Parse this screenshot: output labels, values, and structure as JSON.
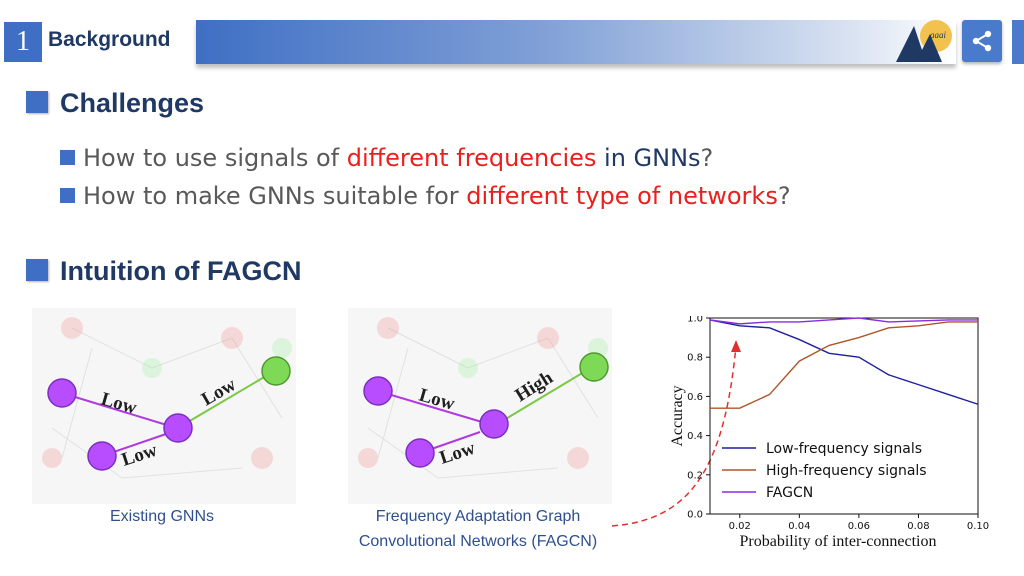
{
  "header": {
    "number": "1",
    "title": "Background"
  },
  "icons": {
    "logo": "aaai-logo",
    "share": "share-icon"
  },
  "sections": {
    "challenges": {
      "title": "Challenges"
    },
    "intuition": {
      "title": "Intuition of FAGCN"
    }
  },
  "bullets": [
    {
      "pre": "How to use signals of ",
      "red": "different frequencies",
      "navy": " in GNNs",
      "post": "?"
    },
    {
      "pre": "How to make GNNs suitable for ",
      "red": "different type of networks",
      "post": "?"
    }
  ],
  "diagrams": {
    "left": {
      "label_a": "Low",
      "label_b": "Low",
      "label_c": "Low",
      "caption": "Existing GNNs"
    },
    "right": {
      "label_a": "Low",
      "label_b": "High",
      "label_c": "Low",
      "caption_line1": "Frequency Adaptation Graph",
      "caption_line2": "Convolutional Networks (FAGCN)"
    }
  },
  "chart_data": {
    "type": "line",
    "xlabel": "Probability of inter-connection",
    "ylabel": "Accuracy",
    "xlim": [
      0.01,
      0.1
    ],
    "ylim": [
      0.0,
      1.0
    ],
    "xticks": [
      "0.02",
      "0.04",
      "0.06",
      "0.08",
      "0.10"
    ],
    "yticks": [
      "0.0",
      "0.2",
      "0.4",
      "0.6",
      "0.8",
      "1.0"
    ],
    "x": [
      0.01,
      0.02,
      0.03,
      0.04,
      0.05,
      0.06,
      0.07,
      0.08,
      0.09,
      0.1
    ],
    "series": [
      {
        "name": "Low-frequency signals",
        "color": "#1f1fa0",
        "values": [
          0.99,
          0.96,
          0.95,
          0.89,
          0.82,
          0.8,
          0.71,
          0.66,
          0.61,
          0.56
        ]
      },
      {
        "name": "High-frequency signals",
        "color": "#b0552a",
        "values": [
          0.54,
          0.54,
          0.61,
          0.78,
          0.86,
          0.9,
          0.95,
          0.96,
          0.98,
          0.98
        ]
      },
      {
        "name": "FAGCN",
        "color": "#8a2be2",
        "values": [
          0.99,
          0.97,
          0.98,
          0.98,
          0.99,
          1.0,
          0.98,
          0.985,
          0.99,
          0.99
        ]
      }
    ],
    "legend": "lower-left",
    "grid": false
  }
}
